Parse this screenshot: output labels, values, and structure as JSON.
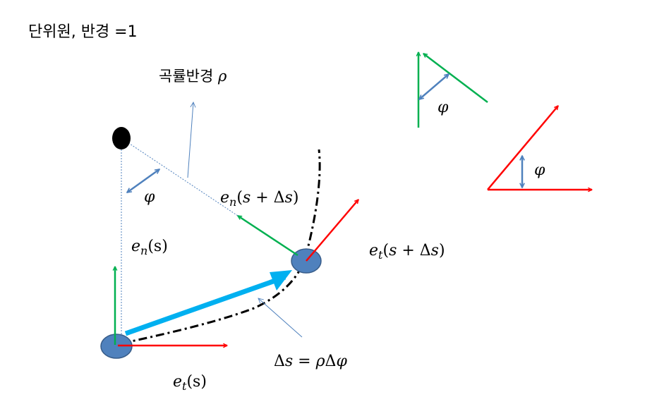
{
  "labels": {
    "unit_circle": "단위원, 반경 =1",
    "radius_of_curvature": "곡률반경",
    "rho": "ρ",
    "phi": "φ",
    "e": "e",
    "sub_n": "n",
    "sub_t": "t",
    "arg_s": "(s)",
    "arg_s_ds_open": "(",
    "arg_s_ds_s": "s",
    "arg_s_ds_plus": " + Δ",
    "arg_s_ds_s2": "s",
    "arg_s_ds_close": ")",
    "ds_left": "Δ",
    "ds_s": "s",
    "ds_eq": " = ",
    "ds_rho": "ρ",
    "ds_delta": "Δ",
    "ds_phi": "φ"
  },
  "colors": {
    "tangent": "#ff0000",
    "normal": "#00b050",
    "thin": "#4f81bd",
    "path_arrow": "#00b0f0",
    "point_fill": "#4f81bd",
    "point_stroke": "#385d8a",
    "center": "#000000"
  }
}
